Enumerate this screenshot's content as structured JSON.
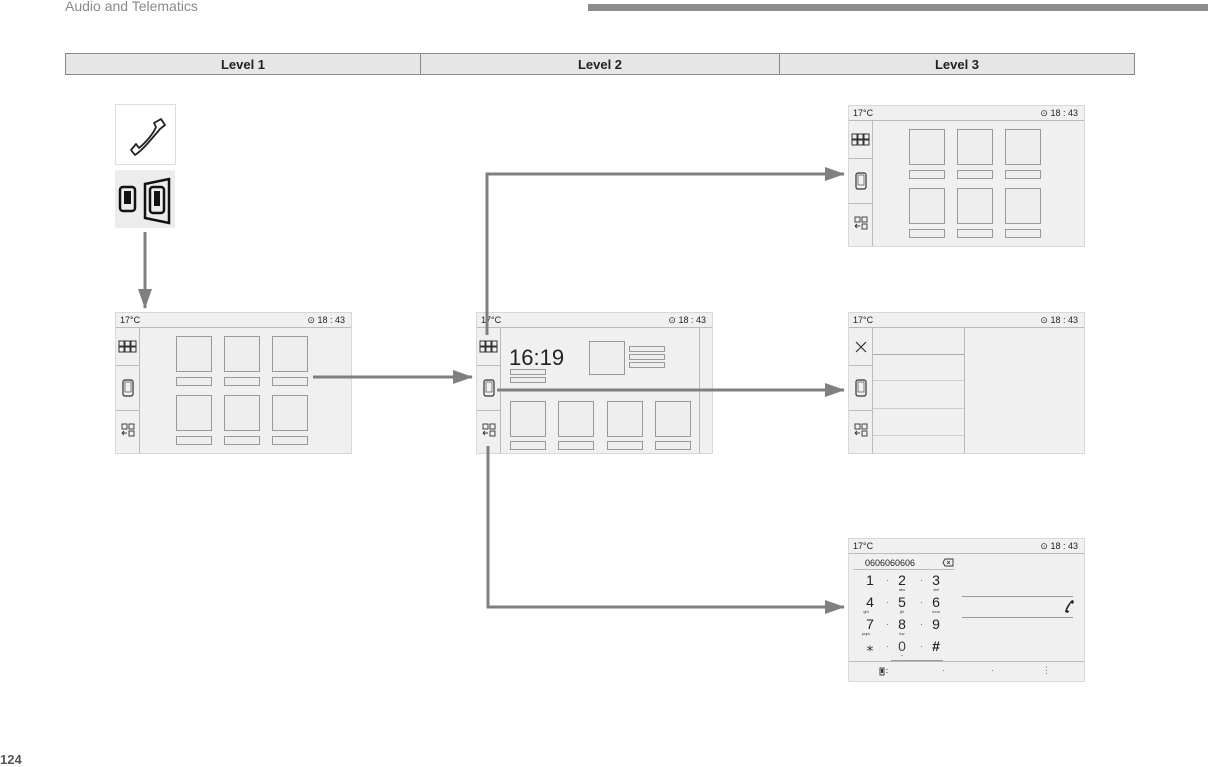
{
  "header": {
    "section_title": "Audio and Telematics",
    "bar_color": "#8c8c8c"
  },
  "levels": [
    "Level 1",
    "Level 2",
    "Level 3"
  ],
  "page_number": "124",
  "screens": {
    "temperature": "17°C",
    "time": "18 : 43",
    "level2_clock": "16:19",
    "dialed_number": "0606060606"
  },
  "dialpad": {
    "keys": [
      {
        "digit": "1",
        "letters": ""
      },
      {
        "digit": "2",
        "letters": "abc"
      },
      {
        "digit": "3",
        "letters": "def"
      },
      {
        "digit": "4",
        "letters": "ghi"
      },
      {
        "digit": "5",
        "letters": "jkl"
      },
      {
        "digit": "6",
        "letters": "mno"
      },
      {
        "digit": "7",
        "letters": "pqrs"
      },
      {
        "digit": "8",
        "letters": "tuv"
      },
      {
        "digit": "9",
        "letters": ""
      },
      {
        "digit": "*",
        "letters": ""
      },
      {
        "digit": "0",
        "letters": "+"
      },
      {
        "digit": "#",
        "letters": ""
      }
    ]
  },
  "icons": {
    "level1_top": "telephone-handset-icon",
    "level1_bottom": "mirror-screen-icon",
    "arrow_color": "#7f7f7f"
  }
}
